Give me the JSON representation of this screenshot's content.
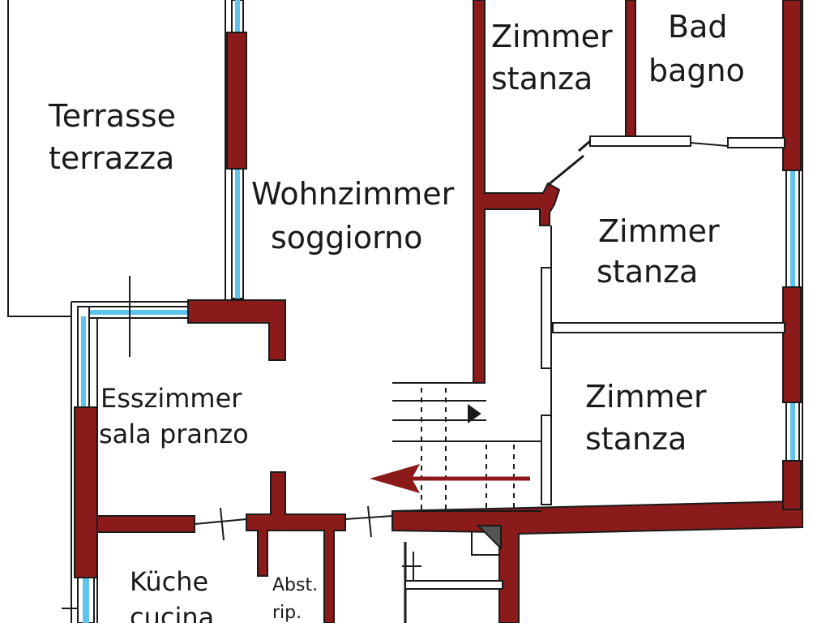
{
  "rooms": {
    "terrace": {
      "line1": "Terrasse",
      "line2": "terrazza"
    },
    "living": {
      "line1": "Wohnzimmer",
      "line2": "soggiorno"
    },
    "room_top": {
      "line1": "Zimmer",
      "line2": "stanza"
    },
    "bath": {
      "line1": "Bad",
      "line2": "bagno"
    },
    "room_middle": {
      "line1": "Zimmer",
      "line2": "stanza"
    },
    "room_lower": {
      "line1": "Zimmer",
      "line2": "stanza"
    },
    "dining": {
      "line1": "Esszimmer",
      "line2": "sala pranzo"
    },
    "kitchen": {
      "line1": "Küche",
      "line2": "cucina"
    },
    "storage": {
      "line1": "Abst.",
      "line2": "rip."
    }
  },
  "colors": {
    "wall": "#8b1a1a",
    "window": "#5ec4ee",
    "line": "#1a1a1a",
    "arrow": "#8b1a1a"
  }
}
